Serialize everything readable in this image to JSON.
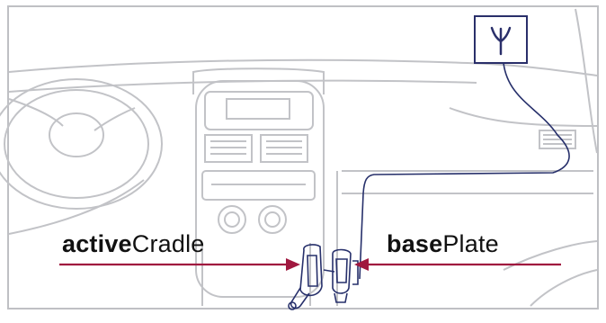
{
  "labels": {
    "active_cradle": {
      "bold": "active",
      "regular": "Cradle"
    },
    "base_plate": {
      "bold": "base",
      "regular": "Plate"
    }
  },
  "icons": {
    "antenna": "antenna-icon"
  },
  "colors": {
    "outline": "#c2c3c7",
    "cable": "#27306b",
    "arrow": "#a0183f",
    "antenna_box": "#2a2f6a"
  }
}
